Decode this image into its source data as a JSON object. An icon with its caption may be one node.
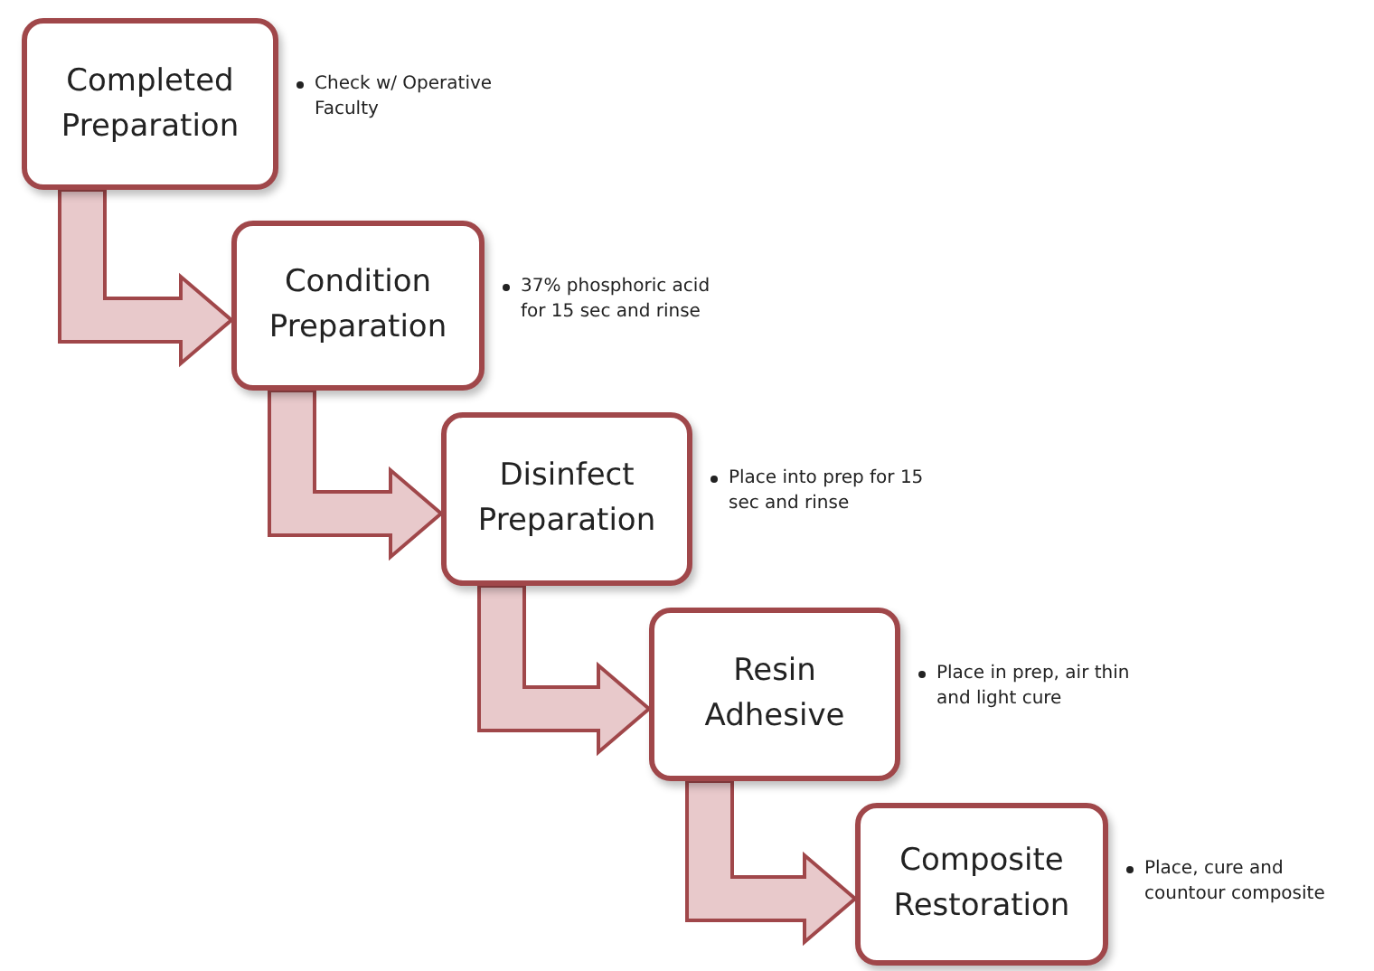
{
  "diagram": {
    "nodes": [
      {
        "text": [
          "Completed Preparation"
        ],
        "beside": [
          "Check w/ Operative Faculty"
        ]
      },
      {
        "text": [
          "Condition Preparation"
        ],
        "beside": [
          "37% phosphoric acid for 15 sec and rinse"
        ]
      },
      {
        "text": [
          "Disinfect Preparation"
        ],
        "beside": [
          "Place into prep for 15 sec and rinse"
        ]
      },
      {
        "text": [
          "Resin Adhesive"
        ],
        "beside": [
          "Place in prep, air thin and light cure"
        ]
      },
      {
        "text": [
          "Composite Restoration"
        ],
        "beside": [
          "Place, cure and countour composite"
        ]
      }
    ],
    "edges": [
      {
        "from": 0,
        "to": 1,
        "arrow": "to"
      },
      {
        "from": 1,
        "to": 2,
        "arrow": "to"
      },
      {
        "from": 2,
        "to": 3,
        "arrow": "to"
      },
      {
        "from": 3,
        "to": 4,
        "arrow": "to"
      }
    ]
  }
}
